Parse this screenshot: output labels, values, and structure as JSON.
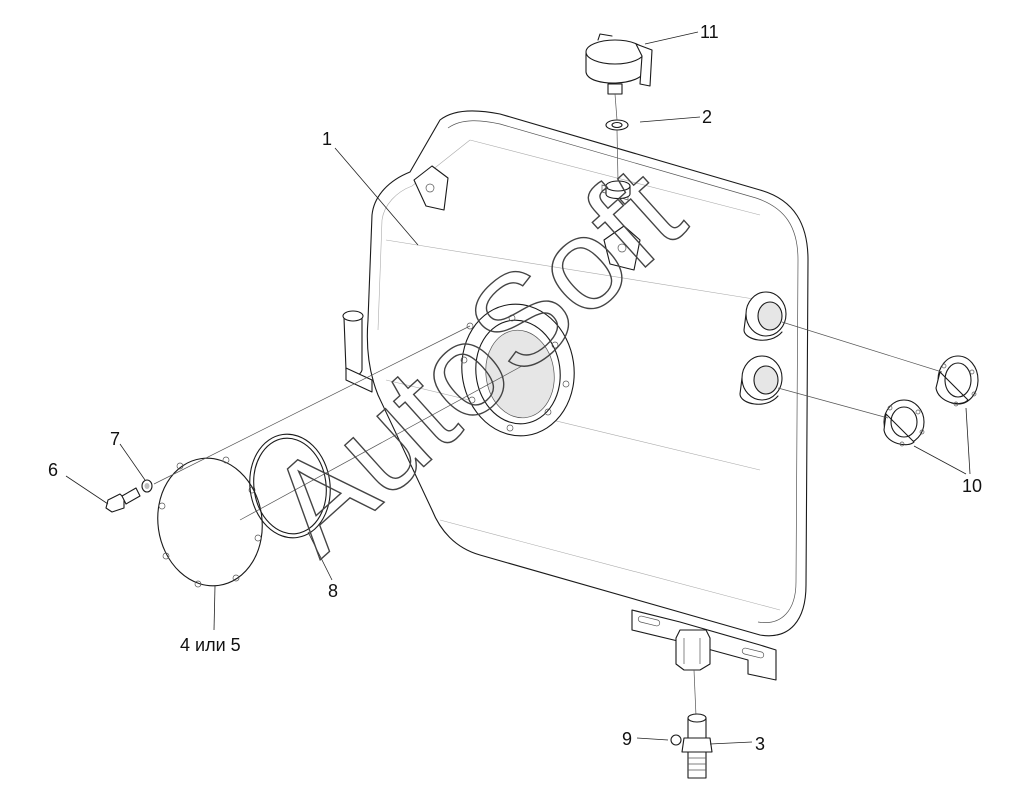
{
  "watermark": "AutoSoft",
  "callouts": {
    "c1": "1",
    "c2": "2",
    "c3": "3",
    "c45": "4 или 5",
    "c6": "6",
    "c7": "7",
    "c8": "8",
    "c9": "9",
    "c10": "10",
    "c11": "11"
  }
}
